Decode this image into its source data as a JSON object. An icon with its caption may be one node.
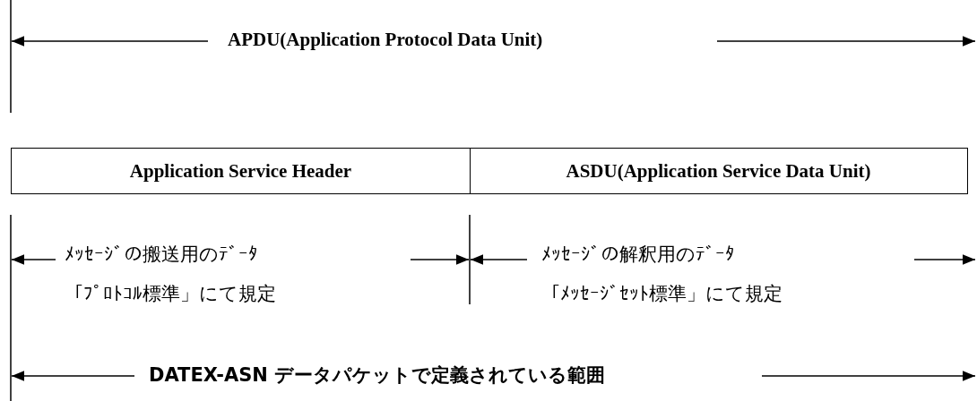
{
  "diagram": {
    "nodes": [
      {
        "text": [
          "Application Service Header"
        ]
      },
      {
        "text": [
          "ASDU(Application Service Data Unit)"
        ]
      }
    ],
    "labels": [
      "APDU(Application Protocol Data Unit)",
      "ﾒｯｾｰｼﾞの搬送用のﾃﾞｰﾀ",
      "「ﾌﾟﾛﾄｺﾙ標準」にて規定",
      "ﾒｯｾｰｼﾞの解釈用のﾃﾞｰﾀ",
      "「ﾒｯｾｰｼﾞｾｯﾄ標準」にて規定",
      "DATEX-ASN データパケットで定義されている範囲"
    ]
  }
}
